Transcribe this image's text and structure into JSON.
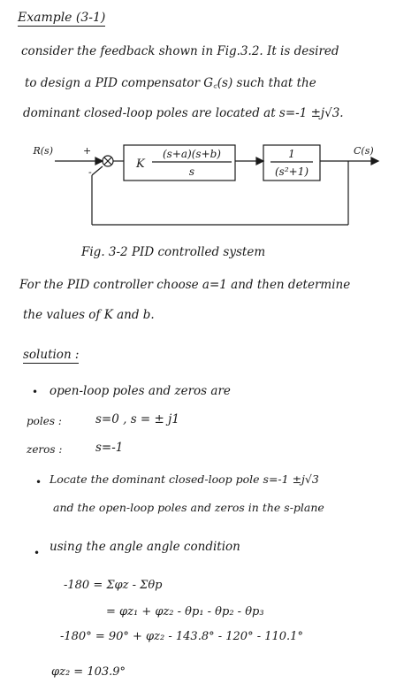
{
  "heading": "Example (3-1)",
  "problem": [
    "consider the feedback shown in Fig.3.2. It is desired",
    "to design a PID compensator G꜀(s) such that the",
    "dominant closed-loop poles are located at s=-1 ±j√3."
  ],
  "diagram": {
    "input": "R(s)",
    "plus": "+",
    "minus": "-",
    "gain": "K",
    "numerator": "(s+a)(s+b)",
    "denominator": "s",
    "plant_num": "1",
    "plant_den": "(s²+1)",
    "output": "C(s)",
    "caption": "Fig. 3-2   PID controlled system"
  },
  "question": [
    "For the PID controller choose a=1 and then determine",
    "the values of K and b."
  ],
  "solution_title": "solution :",
  "bullets": {
    "b1": "open-loop poles and zeros are",
    "poles_label": "poles :",
    "poles_value": "s=0 ,  s = ± j1",
    "zeros_label": "zeros :",
    "zeros_value": "s=-1",
    "b2_line1": "Locate the dominant closed-loop pole  s=-1 ±j√3",
    "b2_line2": "and the open-loop poles and zeros in the s-plane",
    "b3": "using the angle angle condition"
  },
  "equations": {
    "eq1": "-180 = Σφz - Σθp",
    "eq2": "= φz₁ + φz₂ - θp₁ - θp₂ - θp₃",
    "eq3": "-180° = 90° + φz₂ - 143.8° - 120° - 110.1°",
    "eq4": "φz₂ = 103.9°"
  }
}
